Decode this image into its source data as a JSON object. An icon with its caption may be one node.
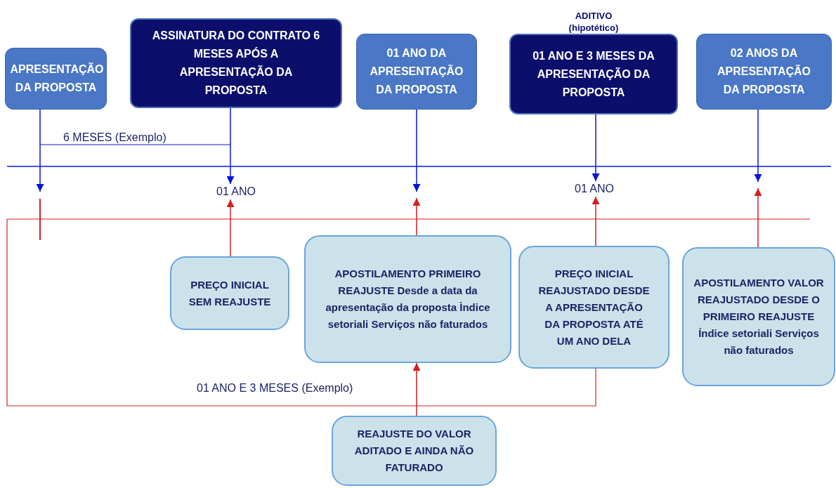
{
  "diagram": {
    "nodes": [
      {
        "text": [
          "APRESENTAÇÃO DA PROPOSTA"
        ]
      },
      {
        "text": [
          "ASSINATURA DO CONTRATO 6 MESES APÓS A APRESENTAÇÃO DA PROPOSTA"
        ]
      },
      {
        "text": [
          "01 ANO DA APRESENTAÇÃO DA PROPOSTA"
        ]
      },
      {
        "text": [
          "01 ANO E 3 MESES DA APRESENTAÇÃO DA PROPOSTA"
        ],
        "beside": [
          "ADITIVO (hipotético)"
        ]
      },
      {
        "text": [
          "02 ANOS DA APRESENTAÇÃO DA PROPOSTA"
        ]
      },
      {
        "text": [
          "PREÇO INICIAL SEM REAJUSTE"
        ]
      },
      {
        "text": [
          "APOSTILAMENTO PRIMEIRO REAJUSTE Desde a data da apresentação da proposta Ìndice setoriali Serviços não faturados"
        ]
      },
      {
        "text": [
          "PREÇO INICIAL REAJUSTADO DESDE A APRESENTAÇÃO DA PROPOSTA ATÉ UM ANO DELA"
        ]
      },
      {
        "text": [
          "APOSTILAMENTO VALOR REAJUSTADO DESDE O PRIMEIRO REAJUSTE Índice setoriali Serviços não faturados"
        ]
      },
      {
        "text": [
          "REAJUSTE DO VALOR ADITADO E AINDA NÃO FATURADO"
        ]
      },
      {
        "text": [
          "01 ANO"
        ]
      },
      {
        "text": [
          "01 ANO"
        ]
      }
    ],
    "edges": [
      {
        "from": 0,
        "to": null,
        "arrow": "to"
      },
      {
        "from": 1,
        "to": 10,
        "arrow": "to"
      },
      {
        "from": 2,
        "to": null,
        "arrow": "to"
      },
      {
        "from": 3,
        "to": 11,
        "arrow": "to"
      },
      {
        "from": 4,
        "to": null,
        "arrow": "to"
      },
      {
        "from": 5,
        "to": 10,
        "arrow": "to",
        "color": "#d42020"
      },
      {
        "from": 6,
        "to": null,
        "arrow": "to",
        "color": "#d42020"
      },
      {
        "from": 7,
        "to": 11,
        "arrow": "to",
        "color": "#d42020"
      },
      {
        "from": 8,
        "to": null,
        "arrow": "to",
        "color": "#d42020"
      },
      {
        "from": 9,
        "to": 6,
        "arrow": "to",
        "color": "#d42020"
      }
    ],
    "labels": [
      "6 MESES (Exemplo)",
      "01 ANO E 3 MESES (Exemplo)"
    ]
  }
}
